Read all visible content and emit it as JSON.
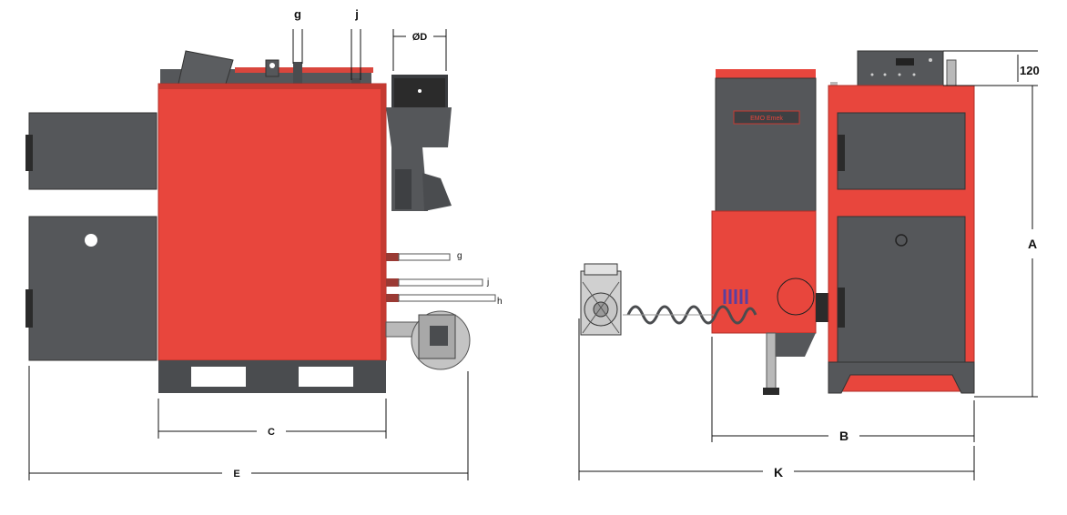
{
  "dimensions": {
    "g_top": "g",
    "j_top": "j",
    "diameter": "ØD",
    "g_side": "g",
    "j_side": "j",
    "h_side": "h",
    "c": "C",
    "e": "E",
    "a": "A",
    "b": "B",
    "k": "K",
    "top_height": "120"
  },
  "hopper_label": "EMO Emek",
  "colors": {
    "body_red": "#e8463d",
    "dark_grey": "#55575a",
    "black": "#2b2b2b",
    "light_grey": "#b9b9b9",
    "accent_purple": "#5a3fa0"
  }
}
